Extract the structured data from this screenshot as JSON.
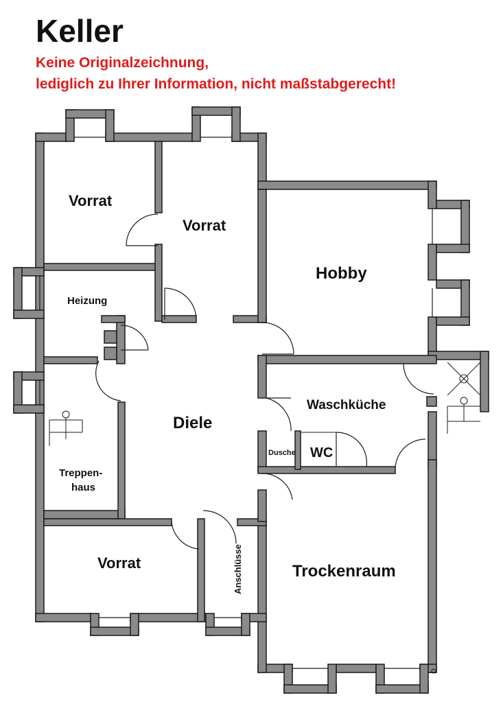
{
  "header": {
    "title": "Keller",
    "subtitle_line1": "Keine Originalzeichnung,",
    "subtitle_line2": "lediglich zu Ihrer Information, nicht maßstabgerecht!"
  },
  "rooms": {
    "vorrat_1": "Vorrat",
    "vorrat_2": "Vorrat",
    "hobby": "Hobby",
    "heizung": "Heizung",
    "diele": "Diele",
    "waschkueche": "Waschküche",
    "dusche": "Dusche",
    "wc": "WC",
    "treppenhaus_1": "Treppen-",
    "treppenhaus_2": "haus",
    "vorrat_3": "Vorrat",
    "anschluesse": "Anschlüsse",
    "trockenraum": "Trockenraum"
  },
  "colors": {
    "wall_fill": "#8a8a8a",
    "wall_stroke": "#1a1a1a",
    "subtitle": "#e01b1b",
    "text": "#111111"
  }
}
